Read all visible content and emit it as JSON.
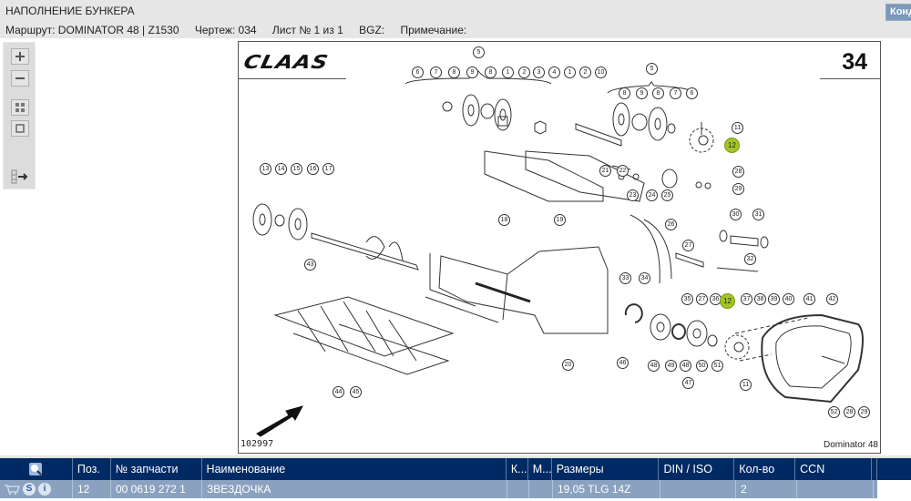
{
  "header": {
    "title": "НАПОЛНЕНИЕ БУНКЕРА",
    "route": "Маршрут: DOMINATOR 48 | Z1530",
    "drawing": "Чертеж: 034",
    "sheet": "Лист № 1 из 1",
    "bgz": "BGZ:",
    "note": "Примечание:",
    "kond_button": "Конд"
  },
  "toolbar": {
    "items": [
      {
        "name": "zoom-in-icon",
        "glyph": "+"
      },
      {
        "name": "zoom-out-icon",
        "glyph": "−"
      },
      {
        "name": "fit-all-icon",
        "glyph": "▦"
      },
      {
        "name": "fit-window-icon",
        "glyph": "□"
      },
      {
        "name": "toggle-panel-icon",
        "glyph": "⇥"
      }
    ]
  },
  "drawing": {
    "brand": "CLAAS",
    "page_number": "34",
    "drawing_id": "102997",
    "model": "Dominator 48",
    "highlight_color": "#a4c427",
    "highlighted_position": "12",
    "callouts": [
      "1",
      "2",
      "3",
      "4",
      "5",
      "6",
      "7",
      "8",
      "9",
      "10",
      "11",
      "12",
      "13",
      "14",
      "15",
      "16",
      "17",
      "18",
      "19",
      "20",
      "21",
      "22",
      "23",
      "24",
      "25",
      "26",
      "27",
      "28",
      "29",
      "30",
      "31",
      "32",
      "33",
      "34",
      "35",
      "36",
      "37",
      "38",
      "39",
      "40",
      "41",
      "42",
      "43",
      "44",
      "45",
      "46",
      "47",
      "48",
      "49",
      "50",
      "51",
      "52"
    ]
  },
  "table": {
    "columns": [
      "",
      "Поз.",
      "№ запчасти",
      "Наименование",
      "К...",
      "М...",
      "Размеры",
      "DIN / ISO",
      "Кол-во",
      "CCN"
    ],
    "rows": [
      {
        "icons": [
          "cart-icon",
          "s-icon",
          "info-icon"
        ],
        "s_label": "S",
        "i_label": "i",
        "pos": "12",
        "part_no": "00 0619 272 1",
        "name": "ЗВЕЗДОЧКА",
        "k": "",
        "m": "",
        "size": "19,05 TLG  14Z",
        "din_iso": "",
        "qty": "2",
        "ccn": ""
      }
    ]
  }
}
